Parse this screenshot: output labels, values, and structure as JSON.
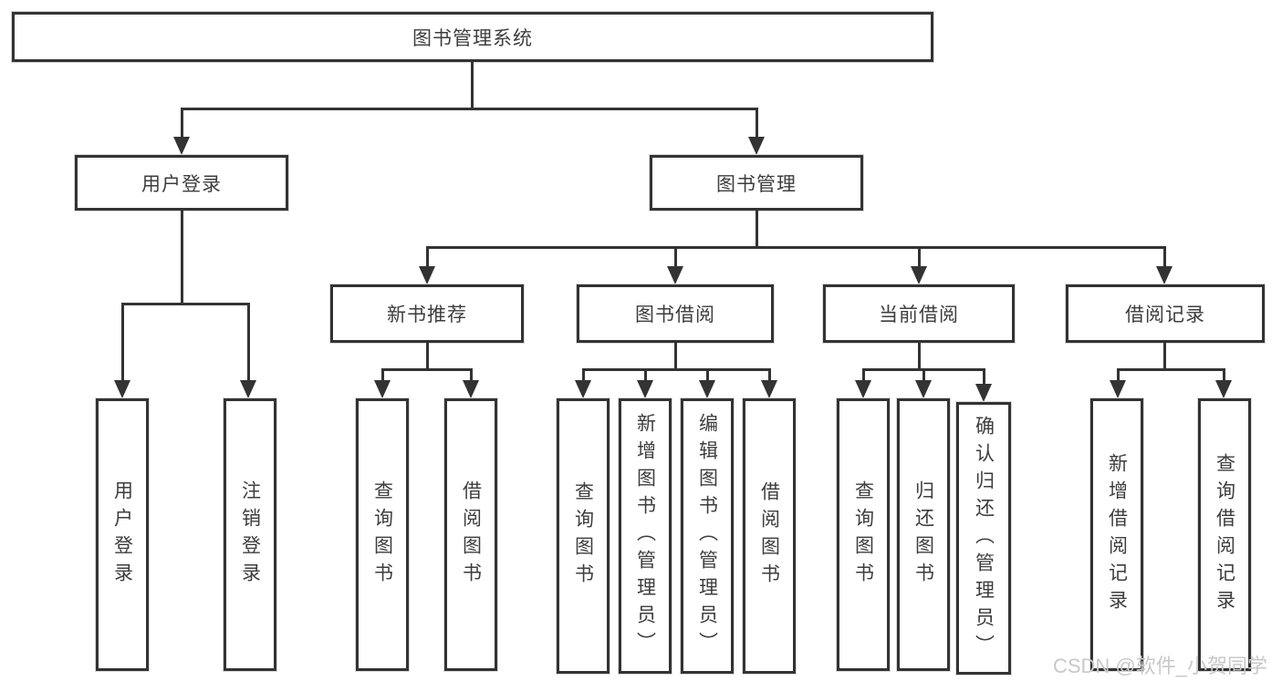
{
  "nodes": {
    "root": "图书管理系统",
    "user_login": "用户登录",
    "book_mgmt": "图书管理",
    "new_book_rec": "新书推荐",
    "book_borrow": "图书借阅",
    "current_borrow": "当前借阅",
    "borrow_records": "借阅记录"
  },
  "leaves": {
    "user_login": [
      "用户登录",
      "注销登录"
    ],
    "new_book_rec": [
      "查询图书",
      "借阅图书"
    ],
    "book_borrow": [
      "查询图书",
      "新增图书（管理员）",
      "编辑图书（管理员）",
      "借阅图书"
    ],
    "current_borrow": [
      "查询图书",
      "归还图书",
      "确认归还（管理员）"
    ],
    "borrow_records": [
      "新增借阅记录",
      "查询借阅记录"
    ]
  },
  "watermark": {
    "text": "CSDN @软件_小贺同学"
  },
  "colors": {
    "line": "#333333",
    "text": "#3d3d3d",
    "watermark": "#c8c8c8",
    "background": "#ffffff"
  }
}
